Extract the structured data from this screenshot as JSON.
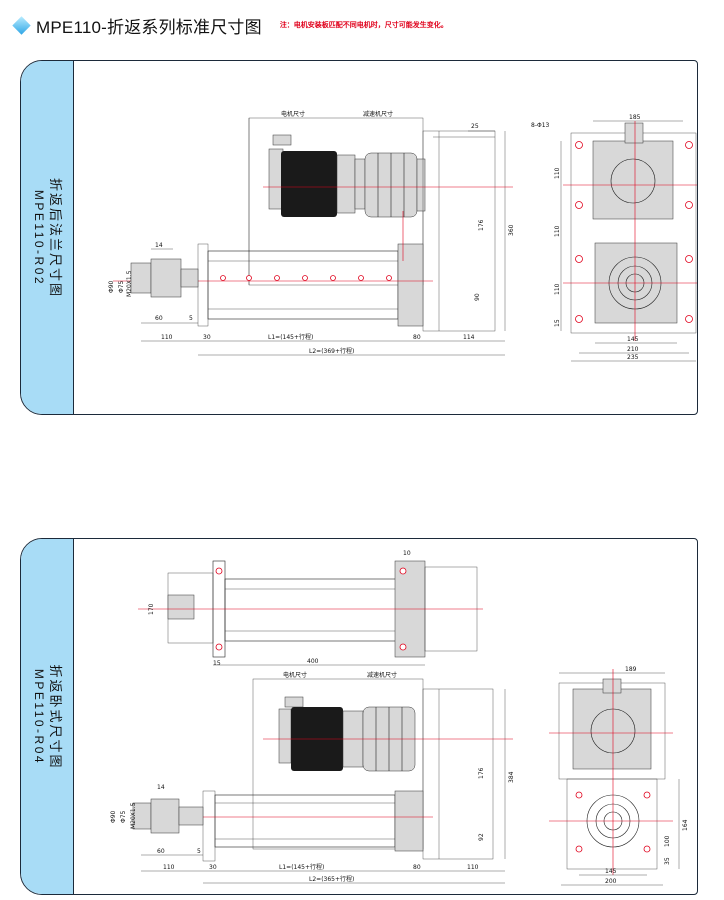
{
  "header": {
    "title": "MPE110-折返系列标准尺寸图",
    "note": "注：电机安装板匹配不同电机时，尺寸可能发生变化。"
  },
  "panels": [
    {
      "cn_title": "折返后法兰尺寸图",
      "code": "MPE110-R02",
      "labels": {
        "motor_size": "电机尺寸",
        "reducer_size": "减速机尺寸",
        "d25": "25",
        "d14": "14",
        "d90": "Φ90",
        "d75": "Φ75",
        "m20": "M20X1.5",
        "d60": "60",
        "d5": "5",
        "d110": "110",
        "d30": "30",
        "l1": "L1=(145+行程)",
        "d80": "80",
        "d114": "114",
        "l2": "L2=(369+行程)",
        "d176": "176",
        "d360": "360",
        "d90v": "90",
        "holes": "8-Φ13",
        "d185": "185",
        "v110a": "110",
        "v110b": "110",
        "v110c": "110",
        "v15": "15",
        "d145": "145",
        "d210": "210",
        "d235": "235"
      }
    },
    {
      "cn_title": "折返卧式尺寸图",
      "code": "MPE110-R04",
      "labels": {
        "d10": "10",
        "d170": "170",
        "d15": "15",
        "d400": "400",
        "motor_size": "电机尺寸",
        "reducer_size": "减速机尺寸",
        "d14": "14",
        "d90": "Φ90",
        "d75": "Φ75",
        "m20": "M20X1.5",
        "d60": "60",
        "d5": "5",
        "d110": "110",
        "d30": "30",
        "l1": "L1=(145+行程)",
        "d80": "80",
        "d110b": "110",
        "l2": "L2=(365+行程)",
        "d176": "176",
        "d384": "384",
        "d92": "92",
        "d189": "189",
        "d164": "164",
        "d100": "100",
        "d35": "35",
        "d145": "145",
        "d200": "200"
      }
    }
  ]
}
